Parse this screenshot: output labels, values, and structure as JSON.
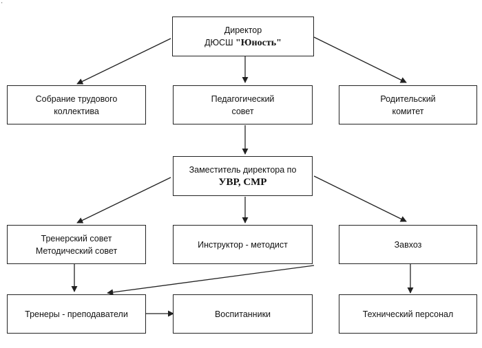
{
  "diagram": {
    "corner_mark": "'",
    "director": {
      "line1": "Директор",
      "line2a": "ДЮСШ",
      "line2b": "\"Юность\""
    },
    "labor_meeting": {
      "line1": "Собрание трудового",
      "line2": "коллектива"
    },
    "ped_council": {
      "line1": "Педагогический",
      "line2": "совет"
    },
    "parent_committee": {
      "line1": "Родительский",
      "line2": "комитет"
    },
    "deputy": {
      "line1": "Заместитель директора по",
      "line2": "УВР, СМР"
    },
    "coach_council": {
      "line1": "Тренерский совет",
      "line2": "Методический совет"
    },
    "instructor": {
      "label": "Инструктор - методист"
    },
    "supply_manager": {
      "label": "Завхоз"
    },
    "coaches": {
      "label": "Тренеры - преподаватели"
    },
    "pupils": {
      "label": "Воспитанники"
    },
    "tech_staff": {
      "label": "Технический персонал"
    }
  }
}
